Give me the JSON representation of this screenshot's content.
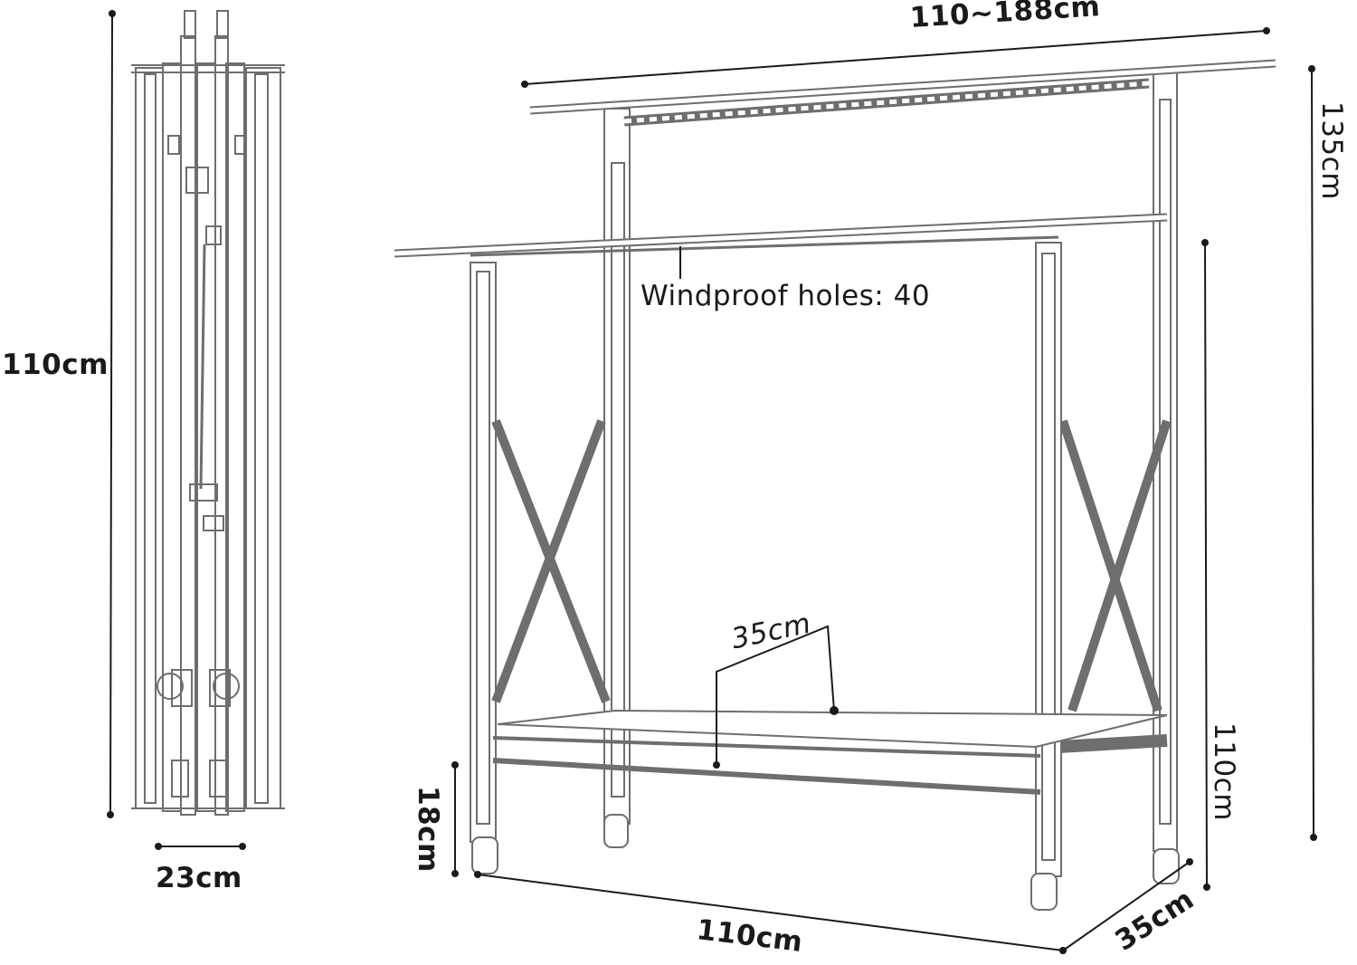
{
  "folded_view": {
    "height_label": "110cm",
    "width_label": "23cm"
  },
  "rack_view": {
    "rail_width_label": "110~188cm",
    "max_height_label": "135cm",
    "min_height_label": "110cm",
    "windproof_label": "Windproof holes: 40",
    "shelf_depth_label": "35cm",
    "wheel_height_label": "18cm",
    "base_length_label": "110cm",
    "base_depth_label": "35cm"
  },
  "colors": {
    "line": "#1a1a1a",
    "frame_outline": "#6e6e6e",
    "frame_fill": "#ffffff"
  }
}
